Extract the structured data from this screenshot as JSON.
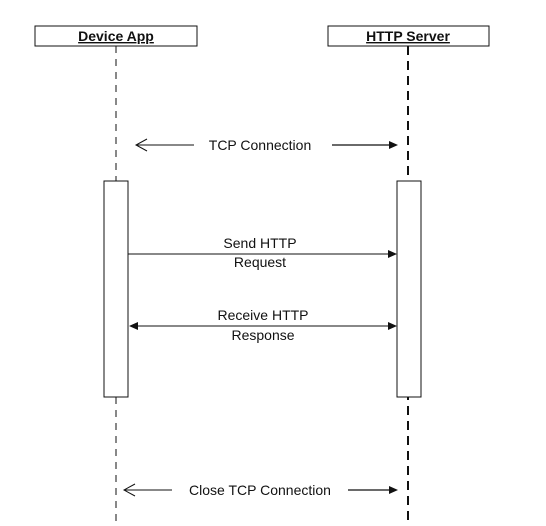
{
  "participants": {
    "device_app": {
      "label": "Device App"
    },
    "http_server": {
      "label": "HTTP Server"
    }
  },
  "messages": {
    "tcp_connection": {
      "label": "TCP Connection"
    },
    "send_request": {
      "line1": "Send HTTP",
      "line2": "Request"
    },
    "receive_response": {
      "line1": "Receive HTTP",
      "line2": "Response"
    },
    "close_tcp": {
      "label": "Close TCP Connection"
    }
  },
  "colors": {
    "stroke": "#111111",
    "background": "#ffffff"
  }
}
